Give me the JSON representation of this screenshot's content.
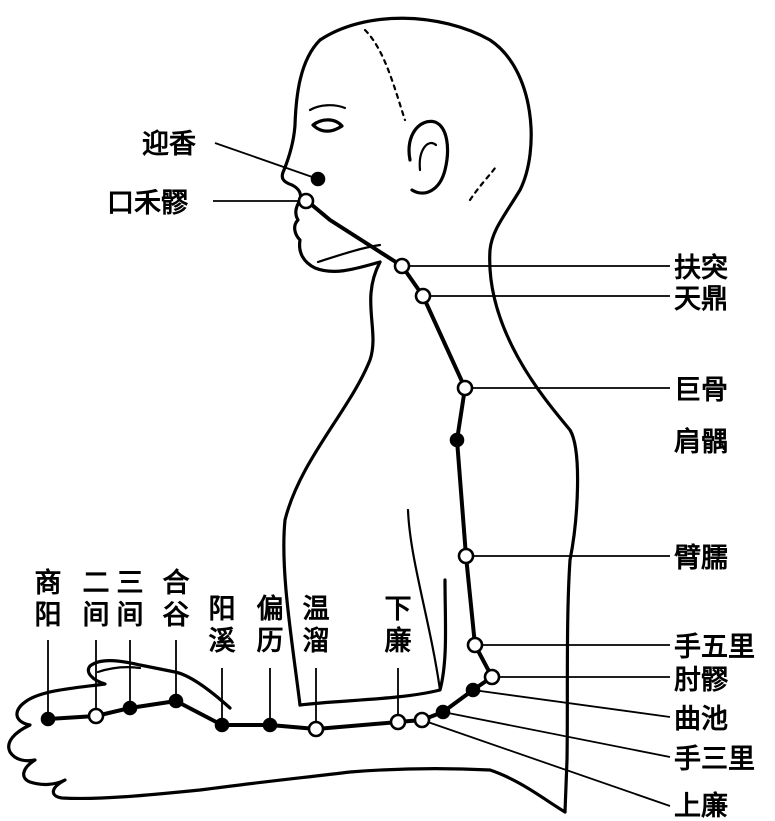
{
  "labels": {
    "yingxiang": "迎香",
    "kouheliao": "口禾髎",
    "futu": "扶突",
    "tianding": "天鼎",
    "jugu": "巨骨",
    "jianyu": "肩髃",
    "binao": "臂臑",
    "shouwuli": "手五里",
    "zhouliao": "肘髎",
    "quchi": "曲池",
    "shousanli": "手三里",
    "shanglian": "上廉",
    "shangyang": "商阳",
    "erjian": "二间",
    "sanjian": "三间",
    "hegu": "合谷",
    "yangxi": "阳溪",
    "pianli": "偏历",
    "wenliu": "温溜",
    "xialian": "下廉"
  },
  "points": [
    {
      "key": "yingxiang",
      "filled": true
    },
    {
      "key": "kouheliao",
      "filled": false
    },
    {
      "key": "futu",
      "filled": false
    },
    {
      "key": "tianding",
      "filled": false
    },
    {
      "key": "jugu",
      "filled": false
    },
    {
      "key": "jianyu",
      "filled": true
    },
    {
      "key": "binao",
      "filled": false
    },
    {
      "key": "shouwuli",
      "filled": false
    },
    {
      "key": "zhouliao",
      "filled": false
    },
    {
      "key": "quchi",
      "filled": true
    },
    {
      "key": "shousanli",
      "filled": true
    },
    {
      "key": "shanglian",
      "filled": false
    },
    {
      "key": "xialian",
      "filled": false
    },
    {
      "key": "wenliu",
      "filled": false
    },
    {
      "key": "pianli",
      "filled": true
    },
    {
      "key": "yangxi",
      "filled": true
    },
    {
      "key": "hegu",
      "filled": true
    },
    {
      "key": "sanjian",
      "filled": true
    },
    {
      "key": "erjian",
      "filled": false
    },
    {
      "key": "shangyang",
      "filled": true
    }
  ]
}
